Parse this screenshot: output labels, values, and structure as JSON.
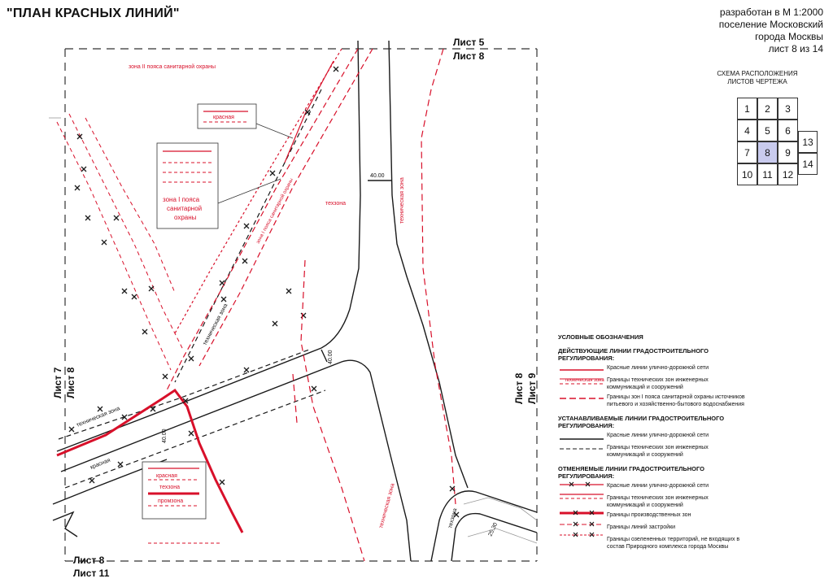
{
  "title": "\"ПЛАН КРАСНЫХ ЛИНИЙ\"",
  "header": {
    "scale": "разработан в М 1:2000",
    "settlement_line1": "поселение Московский",
    "settlement_line2": "города Москвы",
    "sheet_info": "лист 8 из 14"
  },
  "scheme": {
    "title_line1": "СХЕМА РАСПОЛОЖЕНИЯ",
    "title_line2": "ЛИСТОВ ЧЕРТЕЖА",
    "cells": [
      "1",
      "2",
      "3",
      "4",
      "5",
      "6",
      "7",
      "8",
      "9",
      "10",
      "11",
      "12",
      "13",
      "14"
    ],
    "active": "8"
  },
  "sheets": {
    "top_a": "Лист 5",
    "top_b": "Лист 8",
    "left_a": "Лист 7",
    "left_b": "Лист 8",
    "right_a": "Лист 8",
    "right_b": "Лист 9",
    "bottom_a": "Лист 8",
    "bottom_b": "Лист 11"
  },
  "map_labels": {
    "zone2": "зона II пояса санитарной охраны",
    "zone1_line1": "зона I пояса",
    "zone1_line2": "санитарной",
    "zone1_line3": "охраны",
    "zone1_road": "зона I пояса санитарной охраны",
    "texzona": "техзона",
    "tech_zone": "техническая зона",
    "tech_zone_left": "техническая зона",
    "tech_zone_diag": "техническая зона",
    "tech_zone_right": "техническая зона",
    "red_top": "красная",
    "red_left": "красная",
    "krasnaya_b": "красная",
    "texzona_b": "техзона",
    "promzona": "промзона",
    "texzona_bottom": "техзона",
    "dim_40a": "40.00",
    "dim_40b": "40.00",
    "dim_40c": "40.00",
    "dim_2530": "25.30"
  },
  "legend": {
    "title": "УСЛОВНЫЕ ОБОЗНАЧЕНИЯ",
    "existing_h": "ДЕЙСТВУЮЩИЕ ЛИНИИ ГРАДОСТРОИТЕЛЬНОГО РЕГУЛИРОВАНИЯ:",
    "e1": "Красные линии улично-дорожной сети",
    "e2": "Границы технических зон инженерных коммуникаций и сооружений",
    "e3": "Границы зон I пояса санитарной охраны источников питьевого и хозяйственно-бытового водоснабжения",
    "established_h": "УСТАНАВЛИВАЕМЫЕ ЛИНИИ ГРАДОСТРОИТЕЛЬНОГО РЕГУЛИРОВАНИЯ:",
    "s1": "Красные линии улично-дорожной сети",
    "s2": "Границы технических зон инженерных коммуникаций и сооружений",
    "cancelled_h": "ОТМЕНЯЕМЫЕ ЛИНИИ ГРАДОСТРОИТЕЛЬНОГО РЕГУЛИРОВАНИЯ:",
    "c1": "Красные линии улично-дорожной сети",
    "c2": "Границы технических зон инженерных коммуникаций и сооружений",
    "c3": "Границы производственных зон",
    "c4": "Границы линий застройки",
    "c5": "Границы озелененных территорий, не входящих в состав Природного комплекса города Москвы",
    "sym_tech": "техническая зона"
  },
  "colors": {
    "red": "#d8102a",
    "black": "#1a1a1a",
    "grey": "#888888",
    "active_cell": "#c9cbee"
  }
}
